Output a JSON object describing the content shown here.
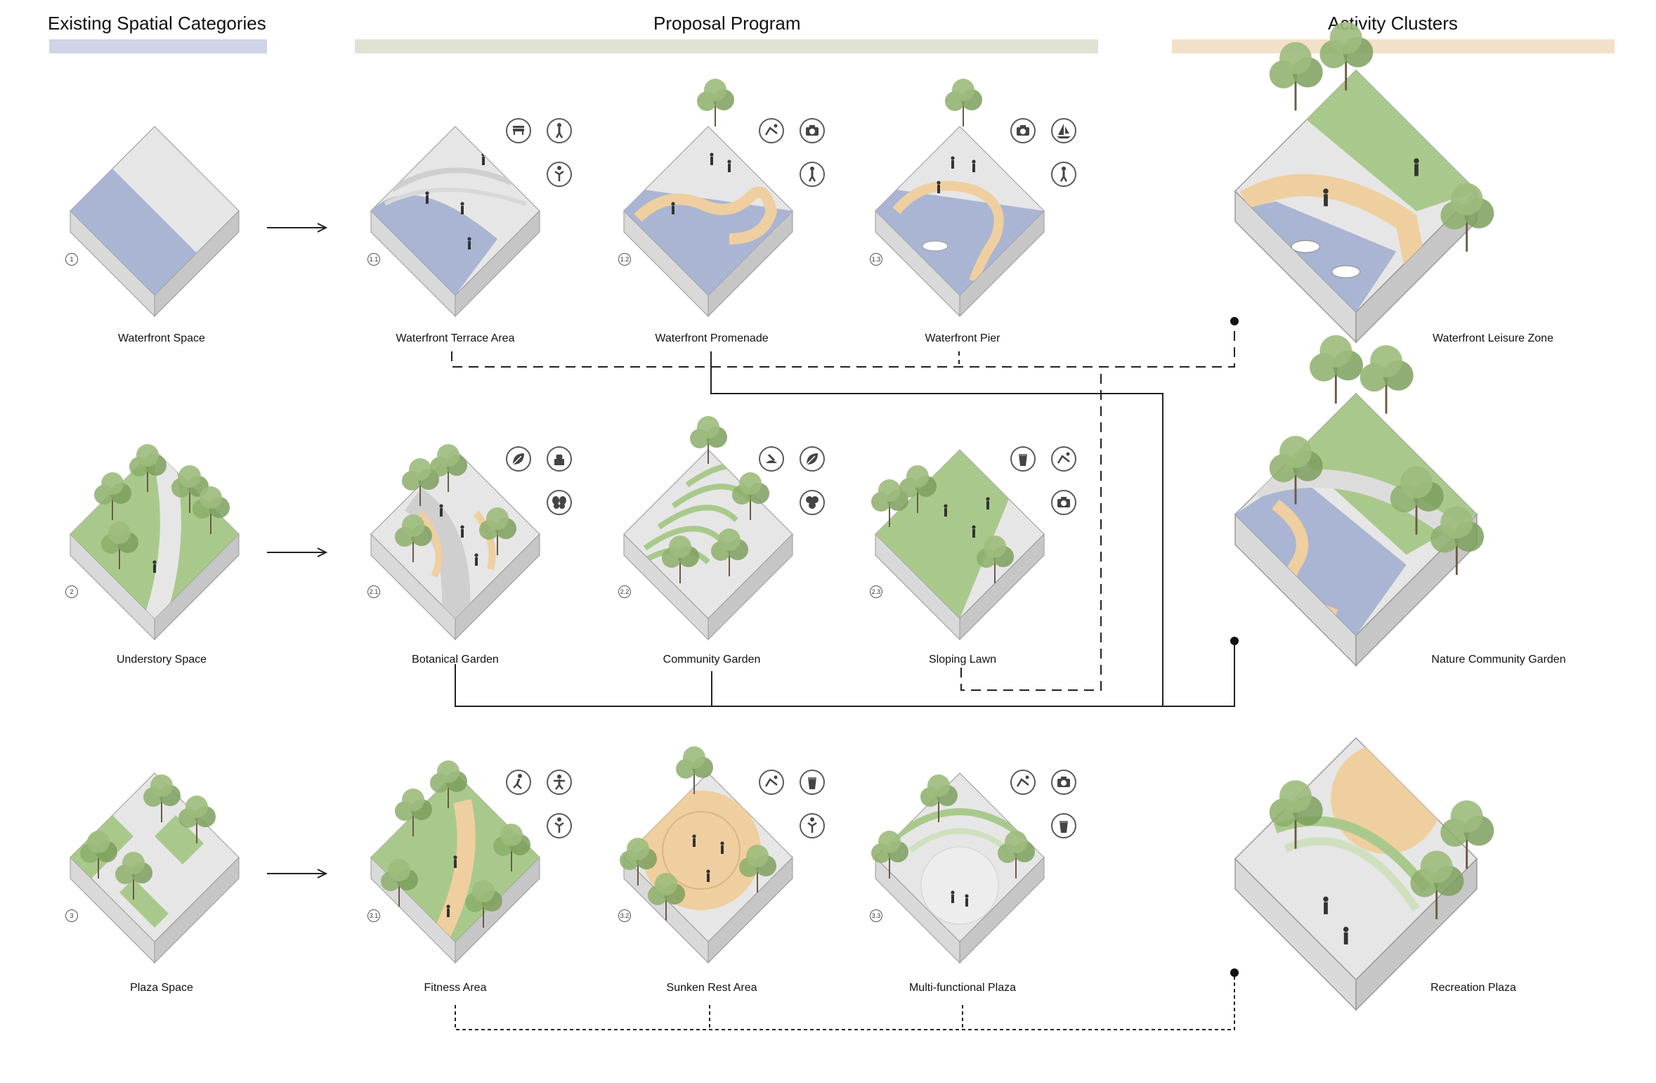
{
  "headers": {
    "existing": "Existing Spatial Categories",
    "proposal": "Proposal Program",
    "clusters": "Activity Clusters"
  },
  "header_colors": {
    "existing": "#cfd4e6",
    "proposal": "#dfe3d4",
    "clusters": "#f2e1c8"
  },
  "palette": {
    "water": "#aab5d3",
    "water_light": "#c2cbe3",
    "concrete": "#e6e6e6",
    "concrete_dark": "#cfcfcf",
    "side_left": "#d9d9d9",
    "side_right": "#c6c6c6",
    "grass": "#a9c98c",
    "deck": "#efcf9f",
    "tree": "#8cae6a"
  },
  "existing": [
    {
      "num": "1",
      "label": "Waterfront Space",
      "type": "water"
    },
    {
      "num": "2",
      "label": "Understory Space",
      "type": "understory"
    },
    {
      "num": "3",
      "label": "Plaza Space",
      "type": "plaza"
    }
  ],
  "proposals": [
    {
      "num": "1.1",
      "label": "Waterfront Terrace Area",
      "type": "terrace",
      "icons": [
        "bench-icon",
        "walking-icon",
        "yoga-icon"
      ]
    },
    {
      "num": "1.2",
      "label": "Waterfront Promenade",
      "type": "promenade",
      "icons": [
        "lounge-chair-icon",
        "camera-icon",
        "walking-icon"
      ]
    },
    {
      "num": "1.3",
      "label": "Waterfront Pier",
      "type": "pier",
      "icons": [
        "camera-icon",
        "sailboat-icon",
        "walking-icon"
      ]
    },
    {
      "num": "2.1",
      "label": "Botanical Garden",
      "type": "botanical",
      "icons": [
        "leaf-icon",
        "planter-icon",
        "butterfly-icon"
      ]
    },
    {
      "num": "2.2",
      "label": "Community Garden",
      "type": "community",
      "icons": [
        "gardening-icon",
        "leaf-icon",
        "berries-icon"
      ]
    },
    {
      "num": "2.3",
      "label": "Sloping Lawn",
      "type": "lawn",
      "icons": [
        "drink-icon",
        "lounge-chair-icon",
        "camera-icon"
      ]
    },
    {
      "num": "3.1",
      "label": "Fitness Area",
      "type": "fitness",
      "icons": [
        "running-icon",
        "exercise-icon",
        "yoga-icon"
      ]
    },
    {
      "num": "3.2",
      "label": "Sunken Rest Area",
      "type": "sunken",
      "icons": [
        "lounge-chair-icon",
        "drink-icon",
        "yoga-icon"
      ]
    },
    {
      "num": "3.3",
      "label": "Multi-functional Plaza",
      "type": "multi",
      "icons": [
        "lounge-chair-icon",
        "camera-icon",
        "drink-icon"
      ]
    }
  ],
  "clusters": [
    {
      "label": "Waterfront Leisure Zone"
    },
    {
      "label": "Nature Community Garden"
    },
    {
      "label": "Recreation Plaza"
    }
  ]
}
